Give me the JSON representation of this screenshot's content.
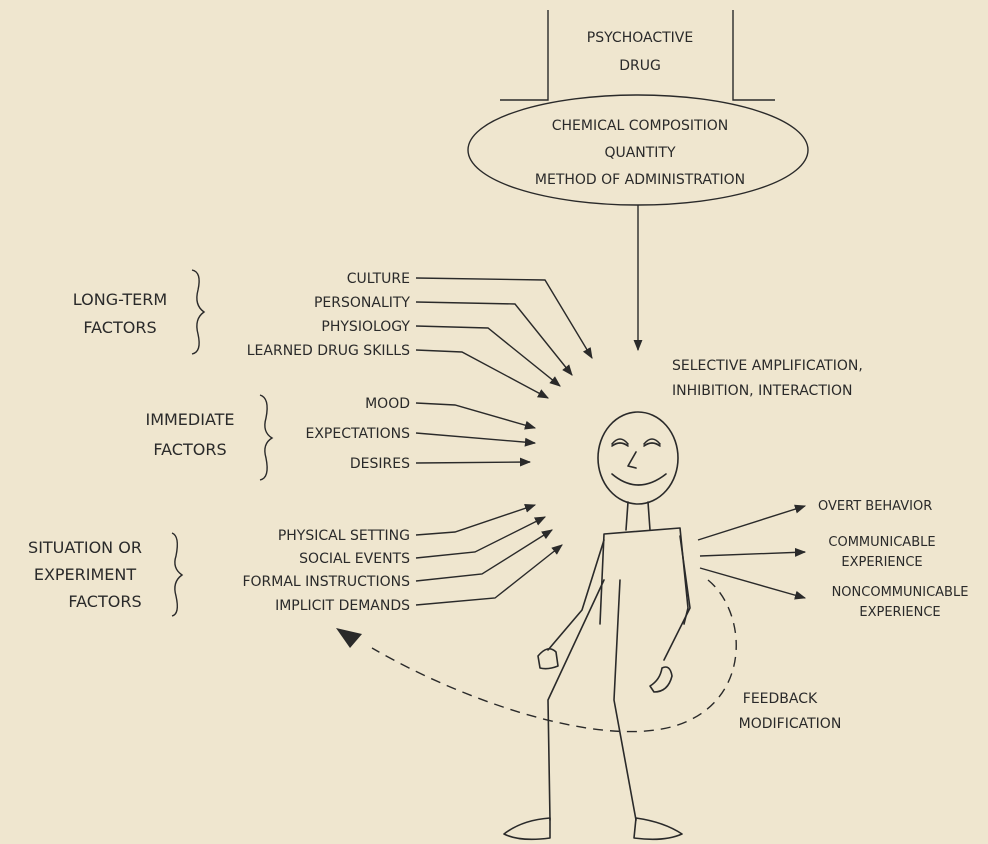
{
  "drug": {
    "title_line1": "PSYCHOACTIVE",
    "title_line2": "DRUG",
    "properties": [
      "CHEMICAL COMPOSITION",
      "QUANTITY",
      "METHOD OF ADMINISTRATION"
    ]
  },
  "center_label": {
    "line1": "SELECTIVE AMPLIFICATION,",
    "line2": "INHIBITION, INTERACTION"
  },
  "long_term": {
    "label_line1": "LONG-TERM",
    "label_line2": "FACTORS",
    "items": [
      "CULTURE",
      "PERSONALITY",
      "PHYSIOLOGY",
      "LEARNED DRUG SKILLS"
    ]
  },
  "immediate": {
    "label_line1": "IMMEDIATE",
    "label_line2": "FACTORS",
    "items": [
      "MOOD",
      "EXPECTATIONS",
      "DESIRES"
    ]
  },
  "situation": {
    "label_line1": "SITUATION OR",
    "label_line2": "EXPERIMENT",
    "label_line3": "FACTORS",
    "items": [
      "PHYSICAL SETTING",
      "SOCIAL EVENTS",
      "FORMAL INSTRUCTIONS",
      "IMPLICIT DEMANDS"
    ]
  },
  "outputs": {
    "overt": "OVERT BEHAVIOR",
    "communicable_line1": "COMMUNICABLE",
    "communicable_line2": "EXPERIENCE",
    "noncommunicable_line1": "NONCOMMUNICABLE",
    "noncommunicable_line2": "EXPERIENCE"
  },
  "feedback": {
    "line1": "FEEDBACK",
    "line2": "MODIFICATION"
  }
}
